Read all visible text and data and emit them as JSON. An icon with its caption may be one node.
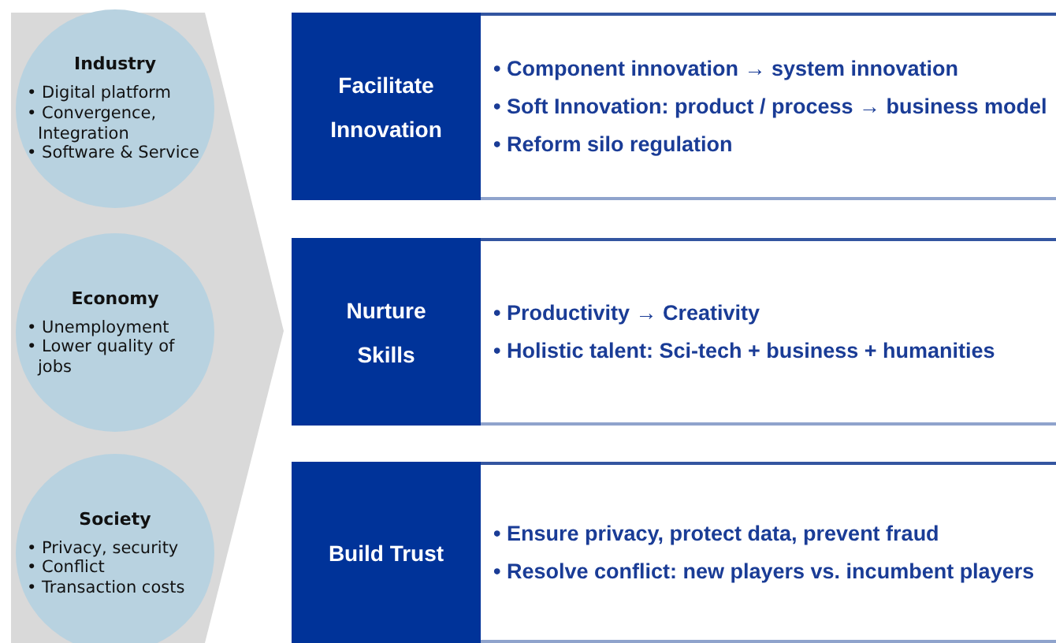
{
  "diagram": {
    "nodes": [
      {
        "text": [],
        "shape": "band"
      },
      {
        "text": [
          "Industry",
          "• Digital platform",
          "• Convergence, Integration",
          "• Software & Service"
        ],
        "in": 0
      },
      {
        "text": [
          "Economy",
          "• Unemployment",
          "• Lower quality of jobs"
        ],
        "in": 0
      },
      {
        "text": [
          "Society",
          "• Privacy, security",
          "• Conflict",
          "• Transaction costs"
        ],
        "in": 0
      },
      {
        "text": [
          "Facilitate Innovation",
          "• Component innovation → system innovation",
          "• Soft Innovation: product / process → business model",
          "• Reform silo regulation"
        ]
      },
      {
        "text": [
          "Nurture Skills",
          "• Productivity → Creativity",
          "• Holistic talent: Sci-tech + business + humanities"
        ]
      },
      {
        "text": [
          "Build Trust",
          "• Ensure privacy, protect data, prevent fraud",
          "• Resolve conflict: new players vs. incumbent players"
        ]
      }
    ]
  }
}
